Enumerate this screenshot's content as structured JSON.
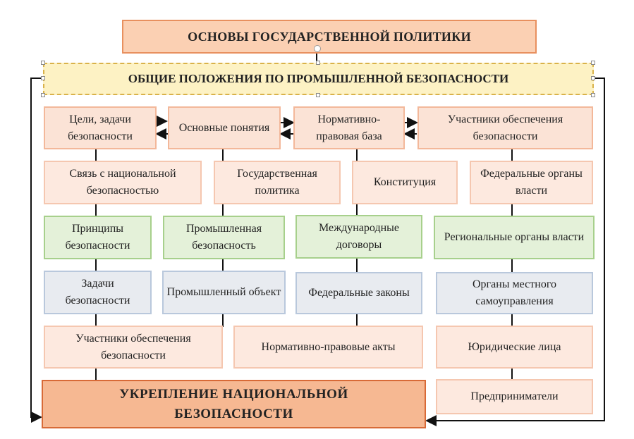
{
  "diagram": {
    "title_top": "ОСНОВЫ ГОСУДАРСТВЕННОЙ ПОЛИТИКИ",
    "title_yellow": "ОБЩИЕ ПОЛОЖЕНИЯ ПО ПРОМЫШЛЕННОЙ БЕЗОПАСНОСТИ",
    "title_bottom": "УКРЕПЛЕНИЕ НАЦИОНАЛЬНОЙ БЕЗОПАСНОСТИ",
    "col1": {
      "b1": "Цели, задачи безопасности",
      "b2": "Связь с национальной безопасностью",
      "b3": "Принципы безопасности",
      "b4": "Задачи безопасности",
      "b5": "Участники обеспечения безопасности"
    },
    "col2": {
      "b1": "Основные понятия",
      "b2": "Государственная политика",
      "b3": "Промышленная безопасность",
      "b4": "Промышленный объект",
      "b5": "Нормативно-правовые акты"
    },
    "col3": {
      "b1": "Нормативно-правовая база",
      "b2": "Конституция",
      "b3": "Международные договоры",
      "b4": "Федеральные законы"
    },
    "col4": {
      "b1": "Участники обеспечения безопасности",
      "b2": "Федеральные органы власти",
      "b3": "Региональные органы власти",
      "b4": "Органы местного самоуправления",
      "b5": "Юридические лица",
      "b6": "Предприниматели"
    },
    "colors": {
      "peach": "#fbe3d6",
      "green": "#e4f1d9",
      "blue": "#e8ebf0",
      "yellow": "#fdf2c4",
      "accent": "#d86a37"
    }
  }
}
